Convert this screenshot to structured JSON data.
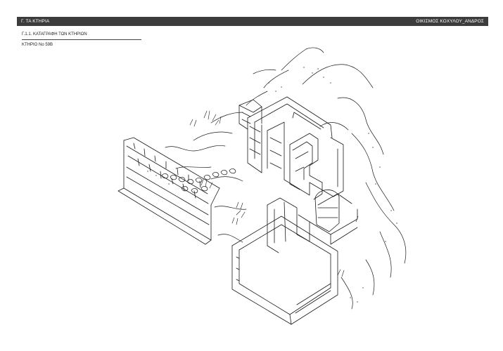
{
  "header": {
    "left_title": "Γ. ΤΑ ΚΤΗΡΙΑ",
    "right_title": "ΟΙΚΙΣΜΟΣ ΚΟΧΥΛΟΥ_ΑΝΔΡΟΣ"
  },
  "section": {
    "heading": "Γ.1.1. ΚΑΤΑΓΡΑΦΗ ΤΩΝ ΚΤΗΡΙΩΝ",
    "building_label": "ΚΤΗΡΙΟ Νο 59Β"
  },
  "drawing": {
    "icon": "isometric-building-sketch",
    "stroke_color": "#1a1a1a"
  }
}
